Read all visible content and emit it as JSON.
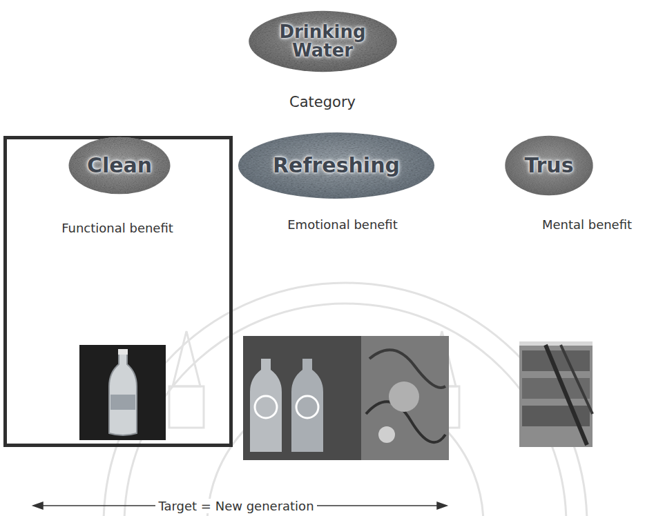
{
  "diagram": {
    "nodes": [
      {
        "text": [
          "Drinking Water"
        ]
      },
      {
        "text": [
          "Functional benefit"
        ]
      },
      {
        "text": [
          "Clean"
        ],
        "in": 1
      },
      {
        "text": [
          "Refreshing"
        ]
      },
      {
        "text": [
          "Trus"
        ]
      }
    ],
    "labels": [
      "Category",
      "Emotional benefit",
      "Mental benefit",
      "Target = New generation"
    ]
  }
}
